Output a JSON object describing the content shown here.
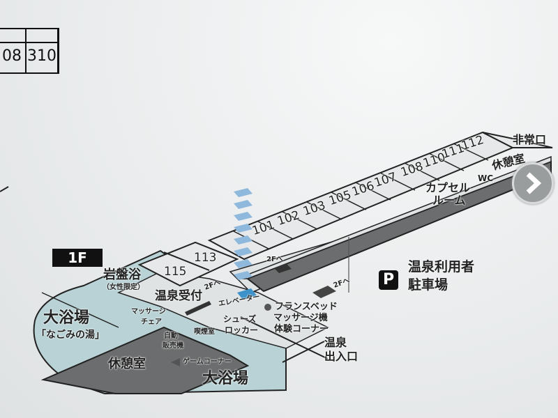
{
  "top_table": {
    "cells": [
      "08",
      "310"
    ]
  },
  "floor": "1F",
  "rooms": [
    "101",
    "102",
    "103",
    "105",
    "106",
    "107",
    "108",
    "110",
    "111",
    "112",
    "113",
    "115"
  ],
  "labels": {
    "emergency_exit": "非常口",
    "rest_room_right": "休憩室",
    "wc": "WC",
    "capsule_room": [
      "カプセル",
      "ルーム"
    ],
    "parking": [
      "温泉利用者",
      "駐車場"
    ],
    "parking_icon": "P",
    "to_2f_a": "2Fへ",
    "to_2f_b": "2Fへ",
    "to_2f_c": "2Fへ",
    "bedrock_bath": "岩盤浴",
    "women_only": "（女性限定）",
    "reception": "温泉受付",
    "massage_chair": [
      "マッサージ",
      "チェア"
    ],
    "elevator": "エレベーター",
    "big_bath_left": "大浴場",
    "nagomi": "「なごみの湯」",
    "smoking_room": "喫煙室",
    "shoe_locker": [
      "シューズ",
      "ロッカー"
    ],
    "french_bed": [
      "フランスベッド",
      "マッサージ機",
      "体験コーナー"
    ],
    "onsen_entrance": [
      "温泉",
      "出入口"
    ],
    "vending": [
      "自動",
      "販売機"
    ],
    "rest_room": "休憩室",
    "game_corner": "ゲームコーナー",
    "big_bath_bottom": "大浴場"
  },
  "colors": {
    "bath": "#b8d2d5",
    "dark": "#6b6d6e",
    "stairs": "#8fb9dc",
    "elevator": "#3d92c9"
  }
}
